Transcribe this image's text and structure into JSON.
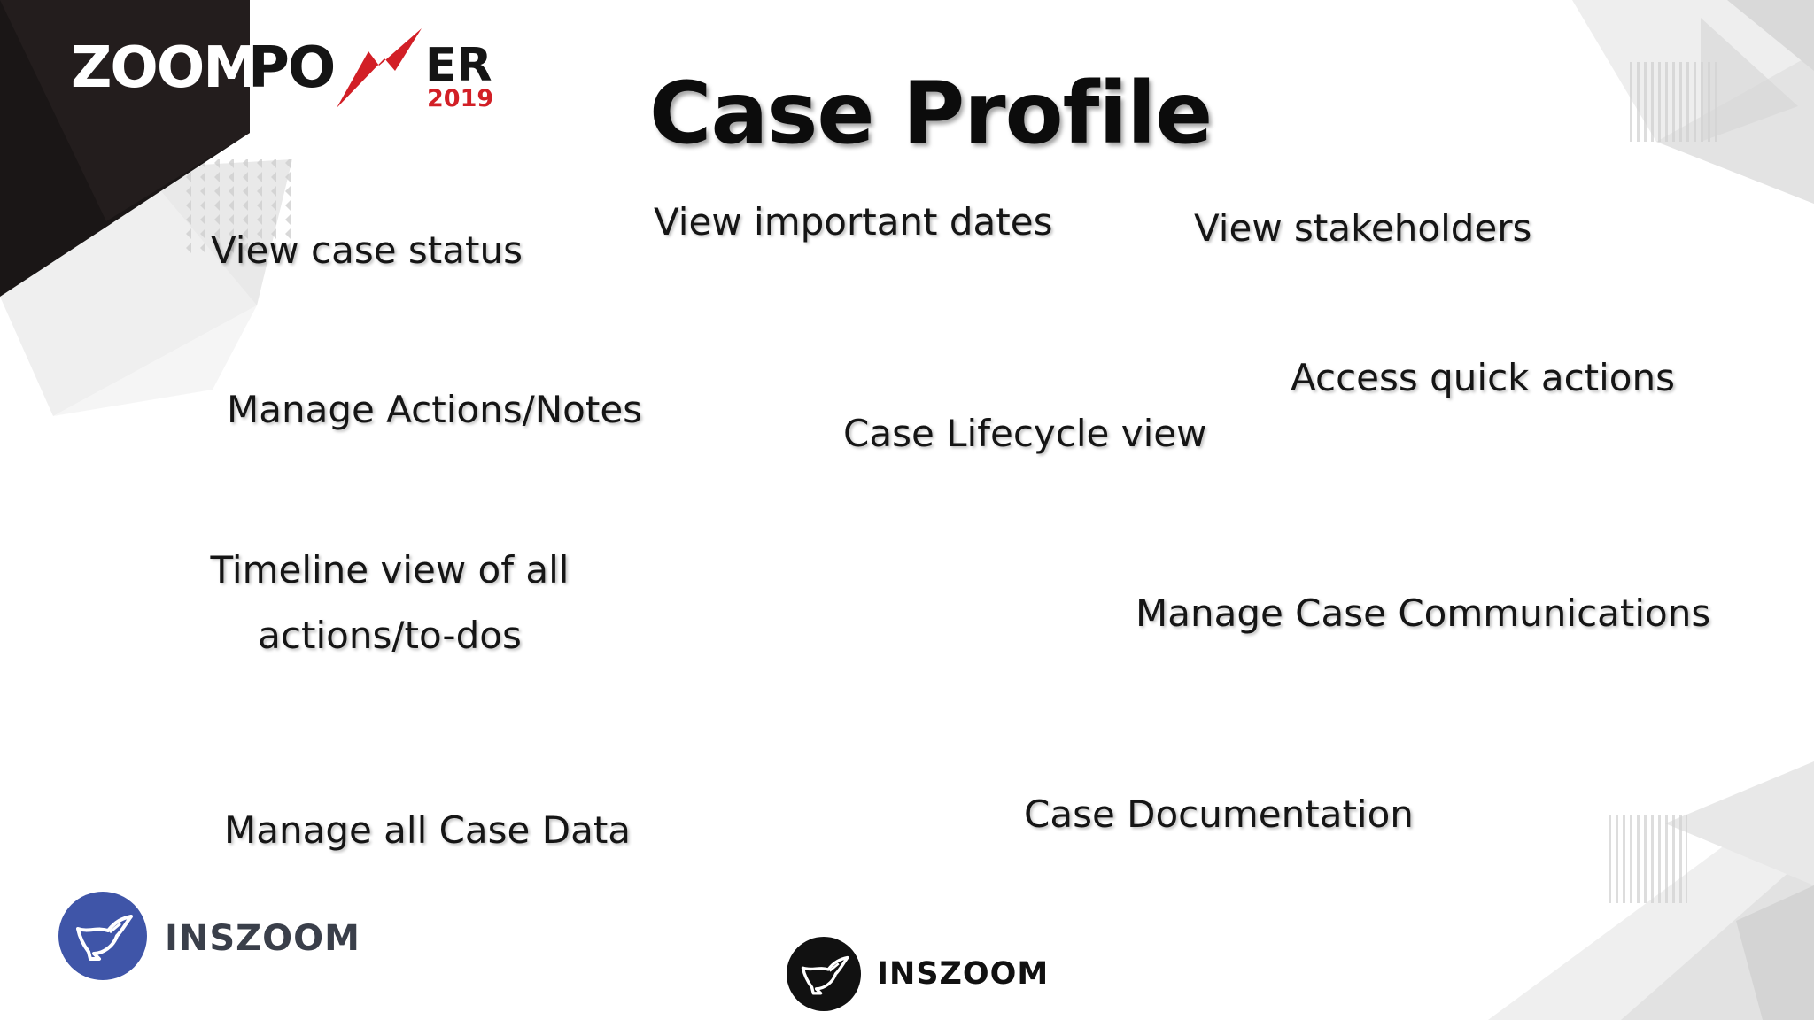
{
  "event_logo": {
    "part1": "ZOOM",
    "part2": "PO",
    "part3": "ER",
    "year": "2019",
    "accent_color": "#d21f26"
  },
  "title": "Case Profile",
  "features": [
    "View case status",
    "View important dates",
    "View stakeholders",
    "Manage Actions/Notes",
    "Case Lifecycle view",
    "Access quick actions",
    "Timeline view of all actions/to-dos",
    "Manage Case Communications",
    "Manage all Case Data",
    "Case Documentation"
  ],
  "brand_left": {
    "name": "INSZOOM",
    "icon": "bird-icon",
    "color": "#3f55a8"
  },
  "brand_center": {
    "name": "INSZOOM",
    "icon": "bird-icon",
    "color": "#111111"
  }
}
